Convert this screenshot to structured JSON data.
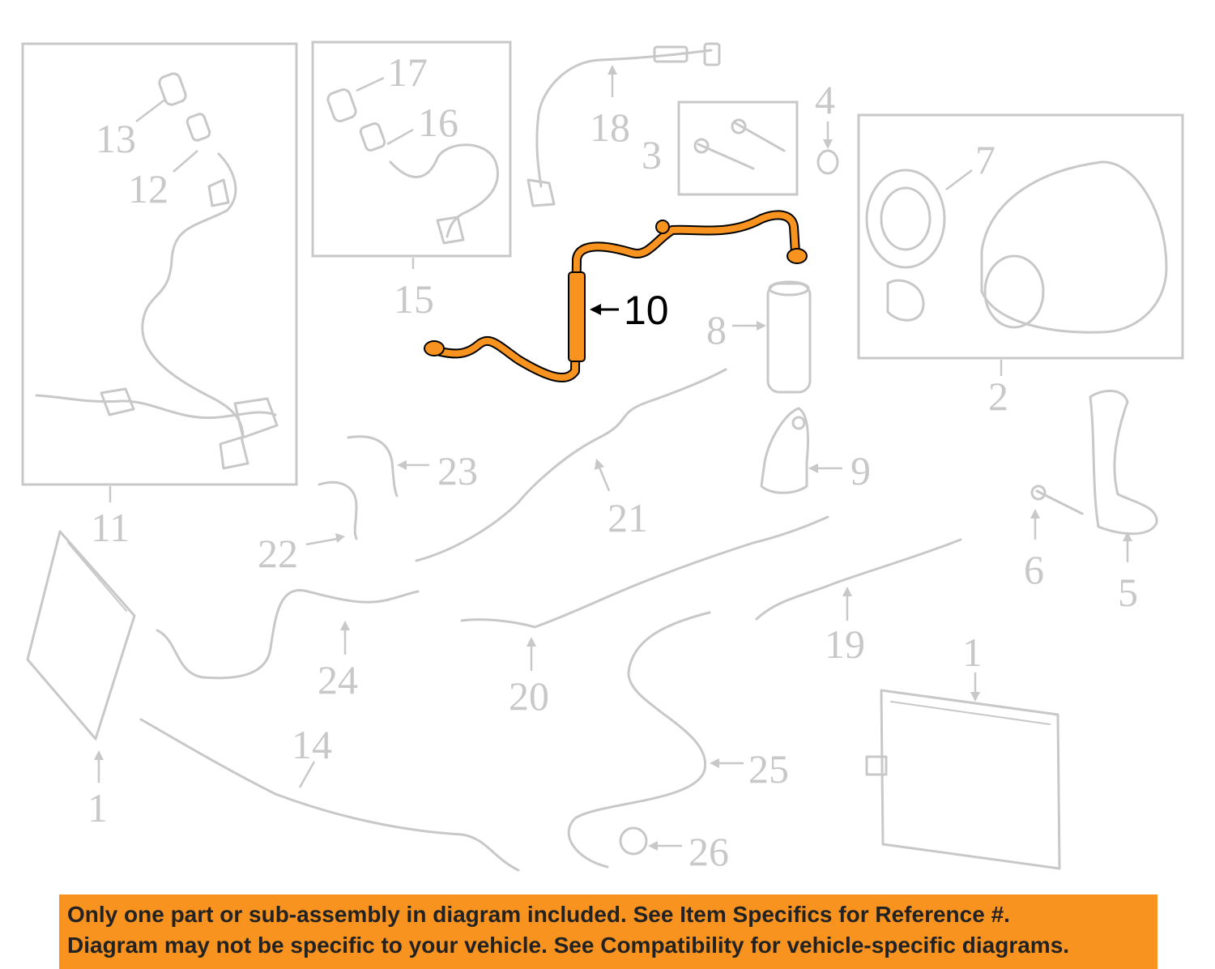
{
  "diagram": {
    "highlight_color": "#f7931e",
    "ghost_color": "#c8c8c8",
    "highlighted_part": "10",
    "callouts": {
      "c1a": "1",
      "c1b": "1",
      "c2": "2",
      "c3": "3",
      "c4": "4",
      "c5": "5",
      "c6": "6",
      "c7": "7",
      "c8": "8",
      "c9": "9",
      "c10": "10",
      "c11": "11",
      "c12": "12",
      "c13": "13",
      "c14": "14",
      "c15": "15",
      "c16": "16",
      "c17": "17",
      "c18": "18",
      "c19": "19",
      "c20": "20",
      "c21": "21",
      "c22": "22",
      "c23": "23",
      "c24": "24",
      "c25": "25",
      "c26": "26"
    }
  },
  "banner": {
    "line1": "Only one part or sub-assembly in diagram included. See Item Specifics for Reference #.",
    "line2": "Diagram may not be specific to your vehicle. See Compatibility for vehicle-specific diagrams."
  }
}
